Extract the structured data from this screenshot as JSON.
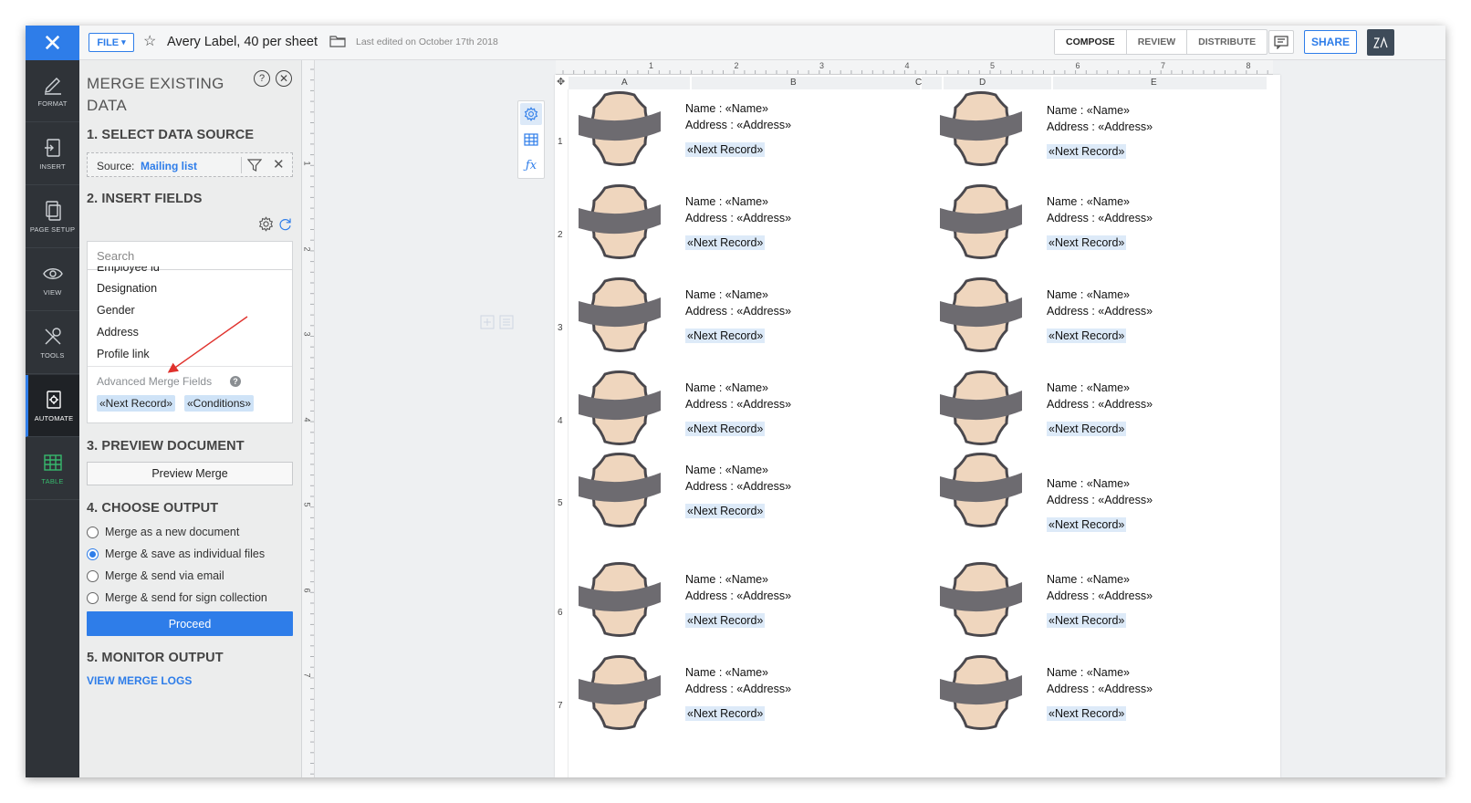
{
  "topbar": {
    "file_label": "FILE",
    "doc_title": "Avery Label, 40 per sheet",
    "last_edited": "Last edited on October 17th 2018",
    "tabs": [
      "COMPOSE",
      "REVIEW",
      "DISTRIBUTE"
    ],
    "active_tab": "COMPOSE",
    "share_label": "SHARE",
    "zia_label": "Zia"
  },
  "rail": {
    "items": [
      {
        "label": "FORMAT",
        "icon": "format-icon"
      },
      {
        "label": "INSERT",
        "icon": "insert-icon"
      },
      {
        "label": "PAGE SETUP",
        "icon": "page-setup-icon"
      },
      {
        "label": "VIEW",
        "icon": "eye-icon"
      },
      {
        "label": "TOOLS",
        "icon": "tools-icon"
      },
      {
        "label": "AUTOMATE",
        "icon": "automate-icon"
      },
      {
        "label": "TABLE",
        "icon": "table-icon"
      }
    ]
  },
  "panel": {
    "title": "MERGE EXISTING DATA",
    "s1": "1. SELECT DATA SOURCE",
    "source_label": "Source:",
    "source_value": "Mailing list",
    "s2": "2. INSERT FIELDS",
    "search_placeholder": "Search",
    "field_cut": "Employee id",
    "fields": [
      "Designation",
      "Gender",
      "Address",
      "Profile link"
    ],
    "advanced_label": "Advanced Merge Fields",
    "chips": [
      "«Next Record»",
      "«Conditions»"
    ],
    "s3": "3. PREVIEW DOCUMENT",
    "preview_button": "Preview Merge",
    "s4": "4. CHOOSE OUTPUT",
    "outputs": [
      {
        "label": "Merge as a new document",
        "checked": false
      },
      {
        "label": "Merge & save as individual files",
        "checked": true
      },
      {
        "label": "Merge & send via email",
        "checked": false
      },
      {
        "label": "Merge & send for sign collection",
        "checked": false
      }
    ],
    "proceed_button": "Proceed",
    "s5": "5. MONITOR OUTPUT",
    "logs_link": "VIEW MERGE LOGS"
  },
  "ruler": {
    "h_numbers": [
      "1",
      "2",
      "3",
      "4",
      "5",
      "6",
      "7",
      "8"
    ],
    "v_numbers": [
      "1",
      "2",
      "3",
      "4",
      "5",
      "6",
      "7"
    ]
  },
  "table": {
    "columns": [
      "A",
      "B",
      "C",
      "D",
      "E"
    ],
    "rows": [
      "1",
      "2",
      "3",
      "4",
      "5",
      "6",
      "7"
    ],
    "name_line": "Name : «Name»",
    "address_line": "Address : «Address»",
    "next_record": "«Next Record»"
  },
  "colors": {
    "accent": "#2e7de9",
    "rail_bg": "#2f3338",
    "label_fill": "#efd6be",
    "ribbon": "#6d6b70"
  }
}
